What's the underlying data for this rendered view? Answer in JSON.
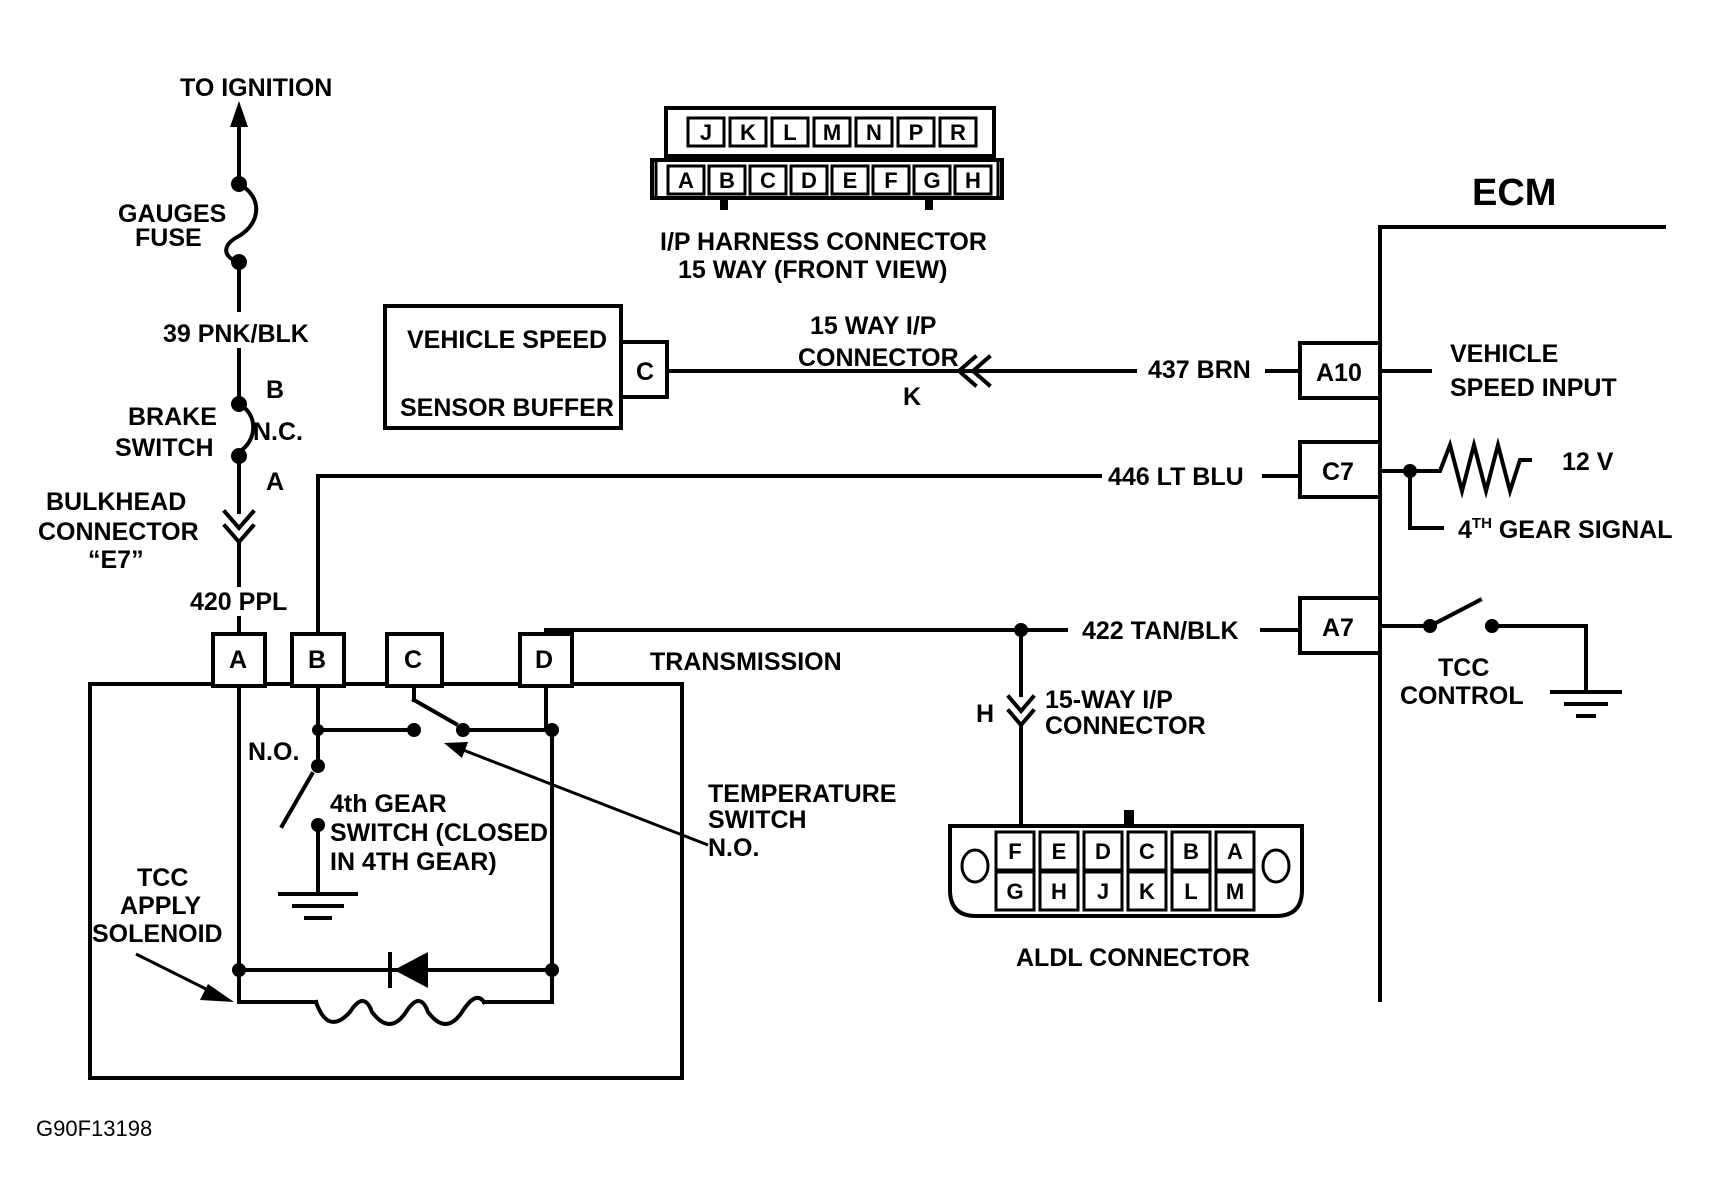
{
  "ignition": {
    "label": "TO IGNITION"
  },
  "fuse": {
    "line1": "GAUGES",
    "line2": "FUSE"
  },
  "wire_39": "39  PNK/BLK",
  "brake_switch": {
    "line1": "BRAKE",
    "line2": "SWITCH",
    "pin_b": "B",
    "pin_a": "A",
    "state": "N.C."
  },
  "bulkhead": {
    "line1": "BULKHEAD",
    "line2": "CONNECTOR",
    "line3": "“E7”"
  },
  "wire_420": "420 PPL",
  "ip_harness": {
    "top_pins": [
      "J",
      "K",
      "L",
      "M",
      "N",
      "P",
      "R"
    ],
    "bottom_pins": [
      "A",
      "B",
      "C",
      "D",
      "E",
      "F",
      "G",
      "H"
    ],
    "caption1": "I/P HARNESS CONNECTOR",
    "caption2": "15 WAY  (FRONT VIEW)"
  },
  "vss_buffer": {
    "line1": "VEHICLE SPEED",
    "line2": "SENSOR BUFFER",
    "pin": "C"
  },
  "ip_connector_k": {
    "line1": "15 WAY I/P",
    "line2": "CONNECTOR",
    "pin": "K"
  },
  "ecm": {
    "title": "ECM",
    "a10": {
      "pin": "A10",
      "wire": "437 BRN",
      "line1": "VEHICLE",
      "line2": "SPEED INPUT"
    },
    "c7": {
      "pin": "C7",
      "wire": "446  LT BLU",
      "voltage": "12 V",
      "signal_prefix": "4",
      "signal_sup": "TH",
      "signal_rest": " GEAR  SIGNAL"
    },
    "a7": {
      "pin": "A7",
      "wire": "422  TAN/BLK",
      "line1": "TCC",
      "line2": "CONTROL"
    }
  },
  "transmission": {
    "label": "TRANSMISSION",
    "pins": [
      "A",
      "B",
      "C",
      "D"
    ],
    "no_label": "N.O.",
    "gear_switch": {
      "line1": "4th GEAR",
      "line2": "SWITCH (CLOSED",
      "line3": "IN 4TH GEAR)"
    },
    "temp_switch": {
      "line1": "TEMPERATURE",
      "line2": "SWITCH",
      "line3": "N.O."
    },
    "solenoid": {
      "line1": "TCC",
      "line2": "APPLY",
      "line3": "SOLENOID"
    }
  },
  "ip_connector_h": {
    "pin": "H",
    "line1": "15-WAY I/P",
    "line2": "CONNECTOR"
  },
  "aldl": {
    "top_pins": [
      "F",
      "E",
      "D",
      "C",
      "B",
      "A"
    ],
    "bottom_pins": [
      "G",
      "H",
      "J",
      "K",
      "L",
      "M"
    ],
    "caption": "ALDL CONNECTOR"
  },
  "figure_code": "G90F13198"
}
